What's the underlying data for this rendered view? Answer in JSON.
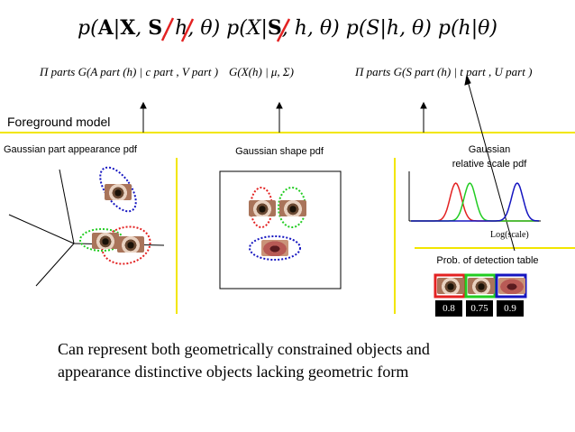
{
  "formula": {
    "p_lhs": "p(",
    "A": "A",
    "bar1": "|",
    "X_struck": "X",
    "comma1": ", ",
    "S_struck": "S",
    "rest1": ", h, θ) p(X|",
    "S_struck2": "S",
    "rest2": ", h, θ) p(S|h, θ) p(h|θ)"
  },
  "terms": {
    "appearance": "Π parts G(A part (h) | c part , V part )",
    "shape": "G(X(h) | μ, Σ)",
    "scale": "Π parts G(S part (h) | t part , U part )"
  },
  "foreground_label": "Foreground model",
  "panels": {
    "appearance_title": "Gaussian part appearance pdf",
    "shape_title": "Gaussian shape pdf",
    "scale_title_line1": "Gaussian",
    "scale_title_line2": "relative scale pdf",
    "scale_axis_label": "Log(scale)",
    "detection_title": "Prob. of detection table"
  },
  "detection_values": [
    "0.8",
    "0.75",
    "0.9"
  ],
  "colors": {
    "red": "#e32222",
    "green": "#22cc22",
    "blue": "#1515c0",
    "yellow": "#f2e600"
  },
  "chart_data": {
    "type": "line",
    "xlabel": "Log(scale)",
    "series": [
      {
        "color": "red",
        "peak_x": 0.35
      },
      {
        "color": "green",
        "peak_x": 0.46
      },
      {
        "color": "blue",
        "peak_x": 0.83
      }
    ]
  },
  "caption_line1": "Can represent both geometrically constrained objects and",
  "caption_line2": "appearance distinctive objects lacking geometric form"
}
